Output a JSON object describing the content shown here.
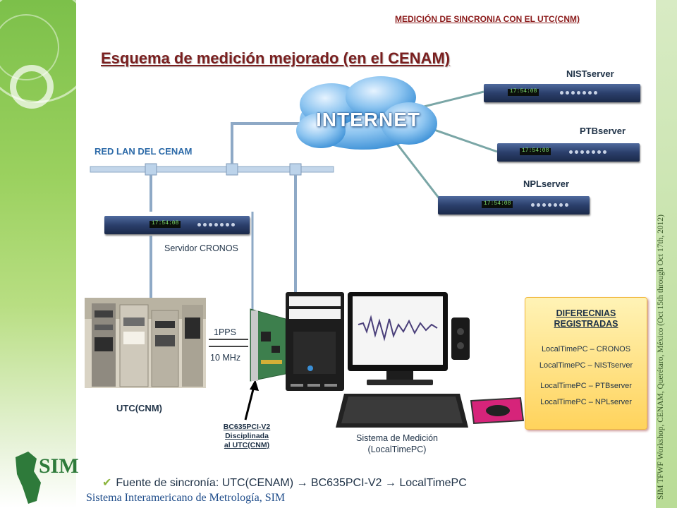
{
  "header": "MEDICIÓN DE SINCRONIA CON EL UTC(CNM)",
  "title": "Esquema de medición mejorado (en el CENAM)",
  "side_text": "SIM TFWF Workshop, CENAM, Querétaro, México (Oct 15th through Oct 17th, 2012)",
  "internet_label": "INTERNET",
  "lan_label": "RED LAN DEL CENAM",
  "servers": {
    "nist": "NISTserver",
    "ptb": "PTBserver",
    "npl": "NPLserver",
    "cronos": "Servidor CRONOS"
  },
  "server_display_time": "17:54:08",
  "utc_label": "UTC(CNM)",
  "signals": {
    "pps": "1PPS",
    "mhz": "10 MHz"
  },
  "card_label": [
    "BC635PCI-V2",
    "Disciplinada",
    "al UTC(CNM)"
  ],
  "measurement_system": [
    "Sistema de Medición",
    "(LocalTimePC)"
  ],
  "differences": {
    "title_line1": "DIFERECNIAS",
    "title_line2": "REGISTRADAS",
    "items": [
      "LocalTimePC – CRONOS",
      "LocalTimePC – NISTserver",
      "LocalTimePC – PTBserver",
      "LocalTimePC – NPLserver"
    ]
  },
  "bullet": "Fuente de sincronía: UTC(CENAM) → BC635PCI-V2 → LocalTimePC",
  "footer": "Sistema Interamericano de Metrología, SIM",
  "logo_text": "SIM",
  "colors": {
    "green_band": "#8cc63f",
    "title": "#7a1f1f",
    "diff_box": "#ffd35c",
    "cloud": "#3a8fd6"
  }
}
